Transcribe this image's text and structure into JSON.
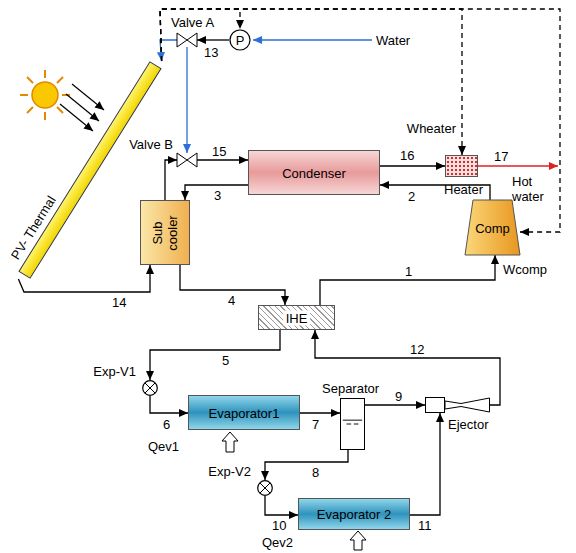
{
  "diagram": {
    "nodes": [
      {
        "text": [
          "PV- Thermal"
        ]
      },
      {
        "text": [
          "Valve A"
        ]
      },
      {
        "text": [
          "P"
        ]
      },
      {
        "text": [
          "Valve B"
        ]
      },
      {
        "text": [
          "Condenser"
        ]
      },
      {
        "text": [
          "Wheater",
          "Heater"
        ]
      },
      {
        "text": [
          "Sub cooler"
        ]
      },
      {
        "text": [
          "Comp"
        ]
      },
      {
        "text": [
          "IHE"
        ]
      },
      {
        "text": [
          "Exp-V1"
        ]
      },
      {
        "text": [
          "Evaporator1"
        ]
      },
      {
        "text": [
          "Separator"
        ]
      },
      {
        "text": [
          "Ejector"
        ]
      },
      {
        "text": [
          "Exp-V2"
        ]
      },
      {
        "text": [
          "Evaporator 2"
        ]
      }
    ],
    "edges": [
      {
        "from": 2,
        "to": 1,
        "arrow": "to"
      },
      {
        "from": 1,
        "to": 0,
        "arrow": "to"
      },
      {
        "from": 1,
        "to": 3,
        "arrow": "to"
      },
      {
        "from": 3,
        "to": 4,
        "arrow": "to"
      },
      {
        "from": 4,
        "to": 5,
        "arrow": "to"
      },
      {
        "from": 7,
        "to": 4,
        "arrow": "to"
      },
      {
        "from": 4,
        "to": 6,
        "arrow": "to"
      },
      {
        "from": 6,
        "to": 3,
        "arrow": "to"
      },
      {
        "from": 0,
        "to": 6,
        "arrow": "to"
      },
      {
        "from": 6,
        "to": 8,
        "arrow": "to"
      },
      {
        "from": 8,
        "to": 7,
        "arrow": "to"
      },
      {
        "from": 8,
        "to": 9,
        "arrow": "to"
      },
      {
        "from": 9,
        "to": 10,
        "arrow": "to"
      },
      {
        "from": 10,
        "to": 11,
        "arrow": "to"
      },
      {
        "from": 11,
        "to": 12,
        "arrow": "to"
      },
      {
        "from": 11,
        "to": 13,
        "arrow": "to"
      },
      {
        "from": 13,
        "to": 14,
        "arrow": "to"
      },
      {
        "from": 14,
        "to": 12,
        "arrow": "to"
      },
      {
        "from": 12,
        "to": 8,
        "arrow": "to"
      },
      {
        "from": 0,
        "to": 2,
        "arrow": "to"
      },
      {
        "from": 0,
        "to": 5,
        "arrow": "to"
      },
      {
        "from": 0,
        "to": 7,
        "arrow": "to"
      }
    ],
    "labels": [
      "Water",
      "13",
      "15",
      "3",
      "16",
      "17",
      "Hot water",
      "2",
      "Wcomp",
      "4",
      "14",
      "1",
      "5",
      "12",
      "6",
      "7",
      "9",
      "8",
      "10",
      "11",
      "Qev1",
      "Qev2"
    ]
  }
}
